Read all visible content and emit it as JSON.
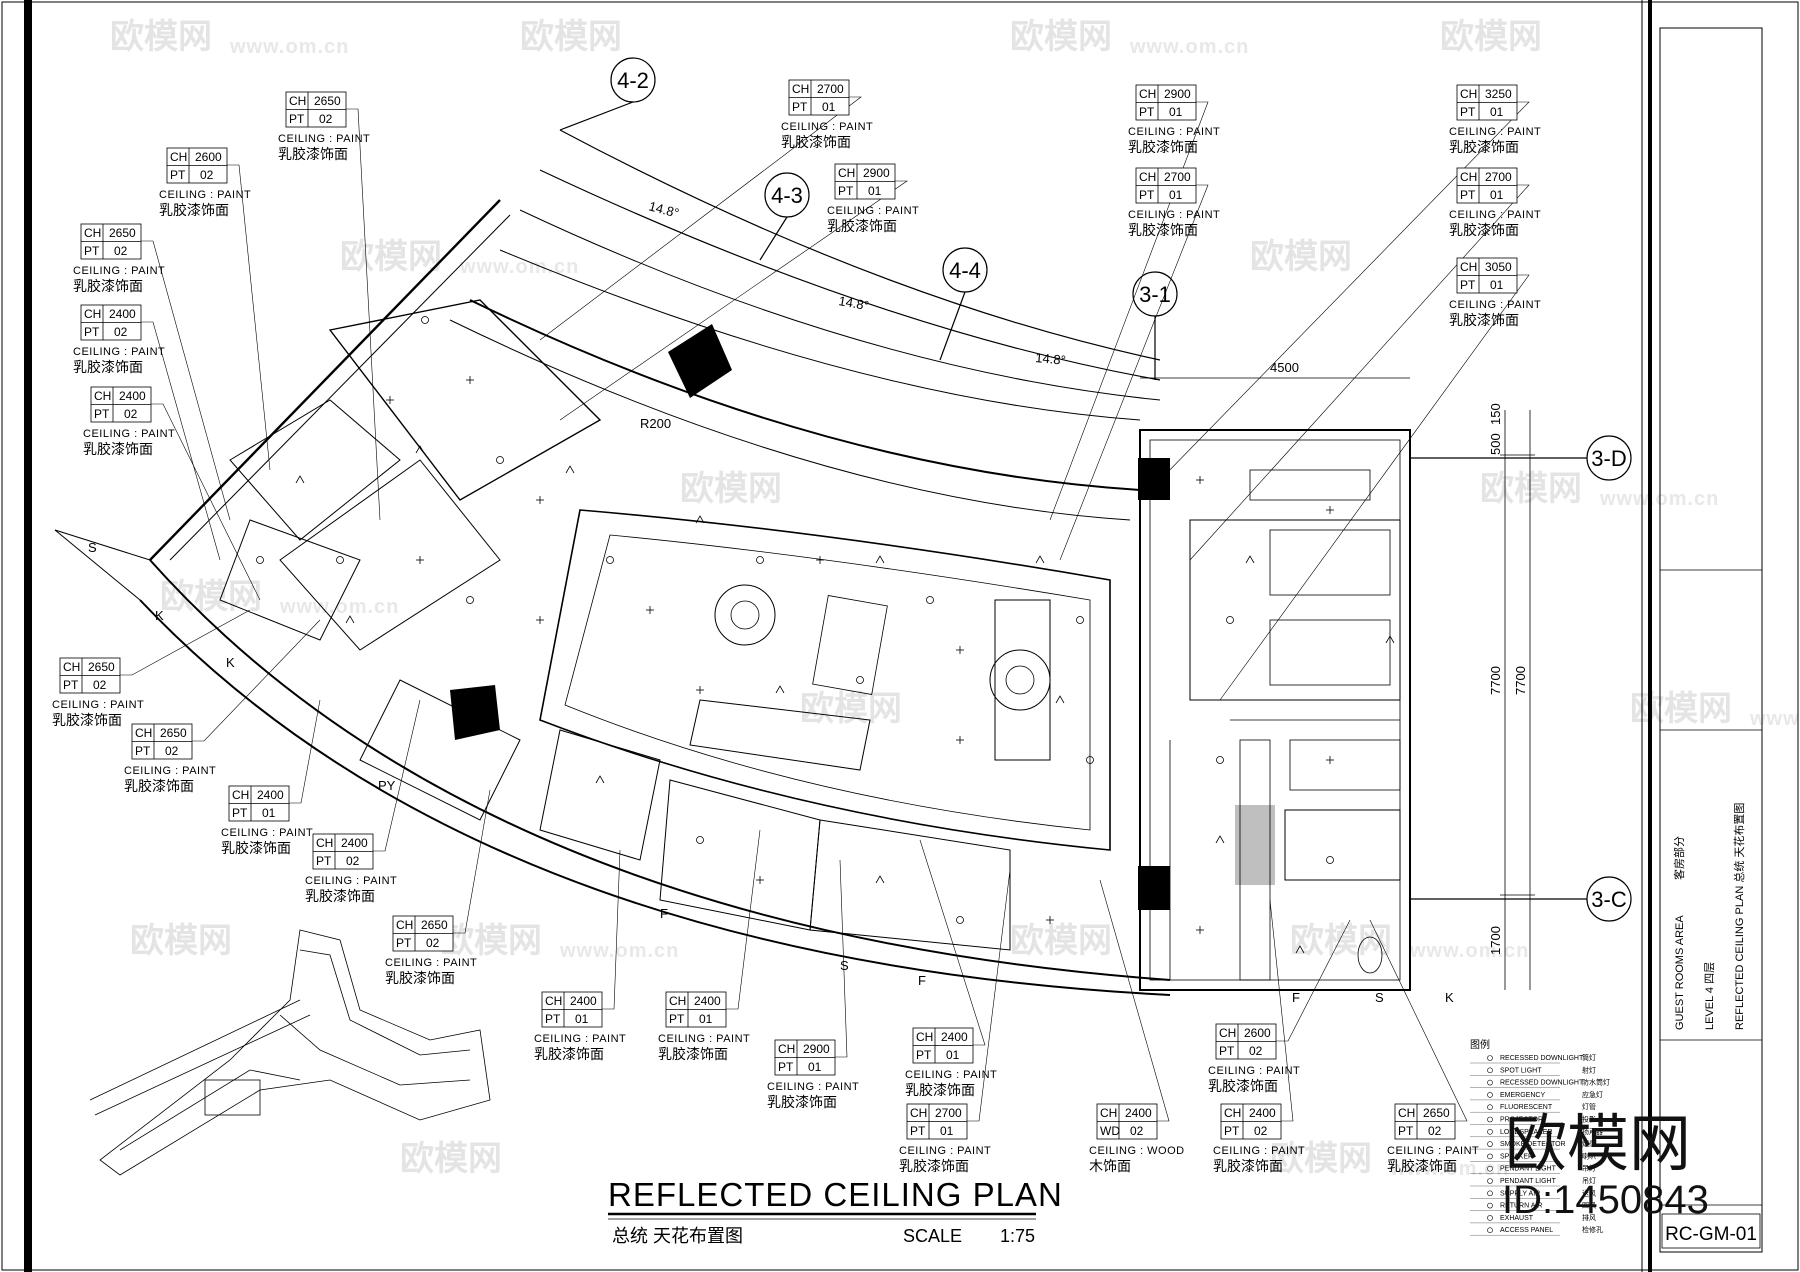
{
  "title": {
    "main": "REFLECTED CEILING PLAN",
    "sub": "总统 天花布置图",
    "scale_label": "SCALE",
    "scale_value": "1:75"
  },
  "axes": [
    "4-2",
    "4-3",
    "4-4",
    "3-1",
    "3-D",
    "3-C"
  ],
  "dimensions": {
    "arc1": "14.8°",
    "arc2": "14.8°",
    "arc3": "14.8°",
    "top": "4500",
    "v1": "150",
    "v2": "500",
    "v3": "7700",
    "v4": "7700",
    "v5": "1700",
    "r": "R200"
  },
  "room_labels": [
    "S",
    "K",
    "K",
    "PY",
    "F",
    "S",
    "F",
    "F",
    "S",
    "K"
  ],
  "tags": [
    {
      "ch": "2650",
      "c2k": "PT",
      "c2": "02",
      "note": "CEILING : PAINT",
      "cn": "乳胶漆饰面"
    },
    {
      "ch": "2600",
      "c2k": "PT",
      "c2": "02",
      "note": "CEILING : PAINT",
      "cn": "乳胶漆饰面"
    },
    {
      "ch": "2650",
      "c2k": "PT",
      "c2": "02",
      "note": "CEILING : PAINT",
      "cn": "乳胶漆饰面"
    },
    {
      "ch": "2400",
      "c2k": "PT",
      "c2": "02",
      "note": "CEILING : PAINT",
      "cn": "乳胶漆饰面"
    },
    {
      "ch": "2400",
      "c2k": "PT",
      "c2": "02",
      "note": "CEILING : PAINT",
      "cn": "乳胶漆饰面"
    },
    {
      "ch": "2700",
      "c2k": "PT",
      "c2": "01",
      "note": "CEILING : PAINT",
      "cn": "乳胶漆饰面"
    },
    {
      "ch": "2900",
      "c2k": "PT",
      "c2": "01",
      "note": "CEILING : PAINT",
      "cn": "乳胶漆饰面"
    },
    {
      "ch": "2900",
      "c2k": "PT",
      "c2": "01",
      "note": "CEILING : PAINT",
      "cn": "乳胶漆饰面"
    },
    {
      "ch": "2700",
      "c2k": "PT",
      "c2": "01",
      "note": "CEILING : PAINT",
      "cn": "乳胶漆饰面"
    },
    {
      "ch": "3250",
      "c2k": "PT",
      "c2": "01",
      "note": "CEILING : PAINT",
      "cn": "乳胶漆饰面"
    },
    {
      "ch": "2700",
      "c2k": "PT",
      "c2": "01",
      "note": "CEILING : PAINT",
      "cn": "乳胶漆饰面"
    },
    {
      "ch": "3050",
      "c2k": "PT",
      "c2": "01",
      "note": "CEILING : PAINT",
      "cn": "乳胶漆饰面"
    },
    {
      "ch": "2650",
      "c2k": "PT",
      "c2": "02",
      "note": "CEILING : PAINT",
      "cn": "乳胶漆饰面"
    },
    {
      "ch": "2650",
      "c2k": "PT",
      "c2": "02",
      "note": "CEILING : PAINT",
      "cn": "乳胶漆饰面"
    },
    {
      "ch": "2400",
      "c2k": "PT",
      "c2": "01",
      "note": "CEILING : PAINT",
      "cn": "乳胶漆饰面"
    },
    {
      "ch": "2400",
      "c2k": "PT",
      "c2": "02",
      "note": "CEILING : PAINT",
      "cn": "乳胶漆饰面"
    },
    {
      "ch": "2650",
      "c2k": "PT",
      "c2": "02",
      "note": "CEILING : PAINT",
      "cn": "乳胶漆饰面"
    },
    {
      "ch": "2400",
      "c2k": "PT",
      "c2": "01",
      "note": "CEILING : PAINT",
      "cn": "乳胶漆饰面"
    },
    {
      "ch": "2400",
      "c2k": "PT",
      "c2": "01",
      "note": "CEILING : PAINT",
      "cn": "乳胶漆饰面"
    },
    {
      "ch": "2900",
      "c2k": "PT",
      "c2": "01",
      "note": "CEILING : PAINT",
      "cn": "乳胶漆饰面"
    },
    {
      "ch": "2400",
      "c2k": "PT",
      "c2": "01",
      "note": "CEILING : PAINT",
      "cn": "乳胶漆饰面"
    },
    {
      "ch": "2700",
      "c2k": "PT",
      "c2": "01",
      "note": "CEILING : PAINT",
      "cn": "乳胶漆饰面"
    },
    {
      "ch": "2600",
      "c2k": "PT",
      "c2": "02",
      "note": "CEILING : PAINT",
      "cn": "乳胶漆饰面"
    },
    {
      "ch": "2400",
      "c2k": "WD",
      "c2": "02",
      "note": "CEILING : WOOD",
      "cn": "木饰面"
    },
    {
      "ch": "2400",
      "c2k": "PT",
      "c2": "02",
      "note": "CEILING : PAINT",
      "cn": "乳胶漆饰面"
    },
    {
      "ch": "2650",
      "c2k": "PT",
      "c2": "02",
      "note": "CEILING : PAINT",
      "cn": "乳胶漆饰面"
    }
  ],
  "legend": {
    "heading": "图例",
    "items": [
      {
        "en": "RECESSED DOWNLIGHT",
        "cn": "筒灯"
      },
      {
        "en": "SPOT LIGHT",
        "cn": "射灯"
      },
      {
        "en": "RECESSED DOWNLIGHT",
        "cn": "防水筒灯"
      },
      {
        "en": "EMERGENCY",
        "cn": "应急灯"
      },
      {
        "en": "FLUORESCENT",
        "cn": "灯管"
      },
      {
        "en": "PROJECTOR",
        "cn": "投影"
      },
      {
        "en": "LOUDSPEAKER",
        "cn": "扬声器"
      },
      {
        "en": "SMOKE DETECTOR",
        "cn": "烟感"
      },
      {
        "en": "SPEAKER",
        "cn": "喇叭"
      },
      {
        "en": "PENDANT LIGHT",
        "cn": "吊灯"
      },
      {
        "en": "PENDANT LIGHT",
        "cn": "吊灯"
      },
      {
        "en": "SUPPLY AIR",
        "cn": "送风"
      },
      {
        "en": "RETURN AIR",
        "cn": "回风"
      },
      {
        "en": "EXHAUST",
        "cn": "排风"
      },
      {
        "en": "ACCESS PANEL",
        "cn": "检修孔"
      }
    ]
  },
  "title_block": {
    "col1": "GUEST ROOMS AREA",
    "col1_cn": "客房部分",
    "col2": "LEVEL 4 四层",
    "col3": "REFLECTED CEILING PLAN 总统 天花布置图",
    "sheet_no": "RC-GM-01"
  },
  "watermark": {
    "brand": "欧模网",
    "url": "www.om.cn",
    "id": "ID:1450843"
  }
}
